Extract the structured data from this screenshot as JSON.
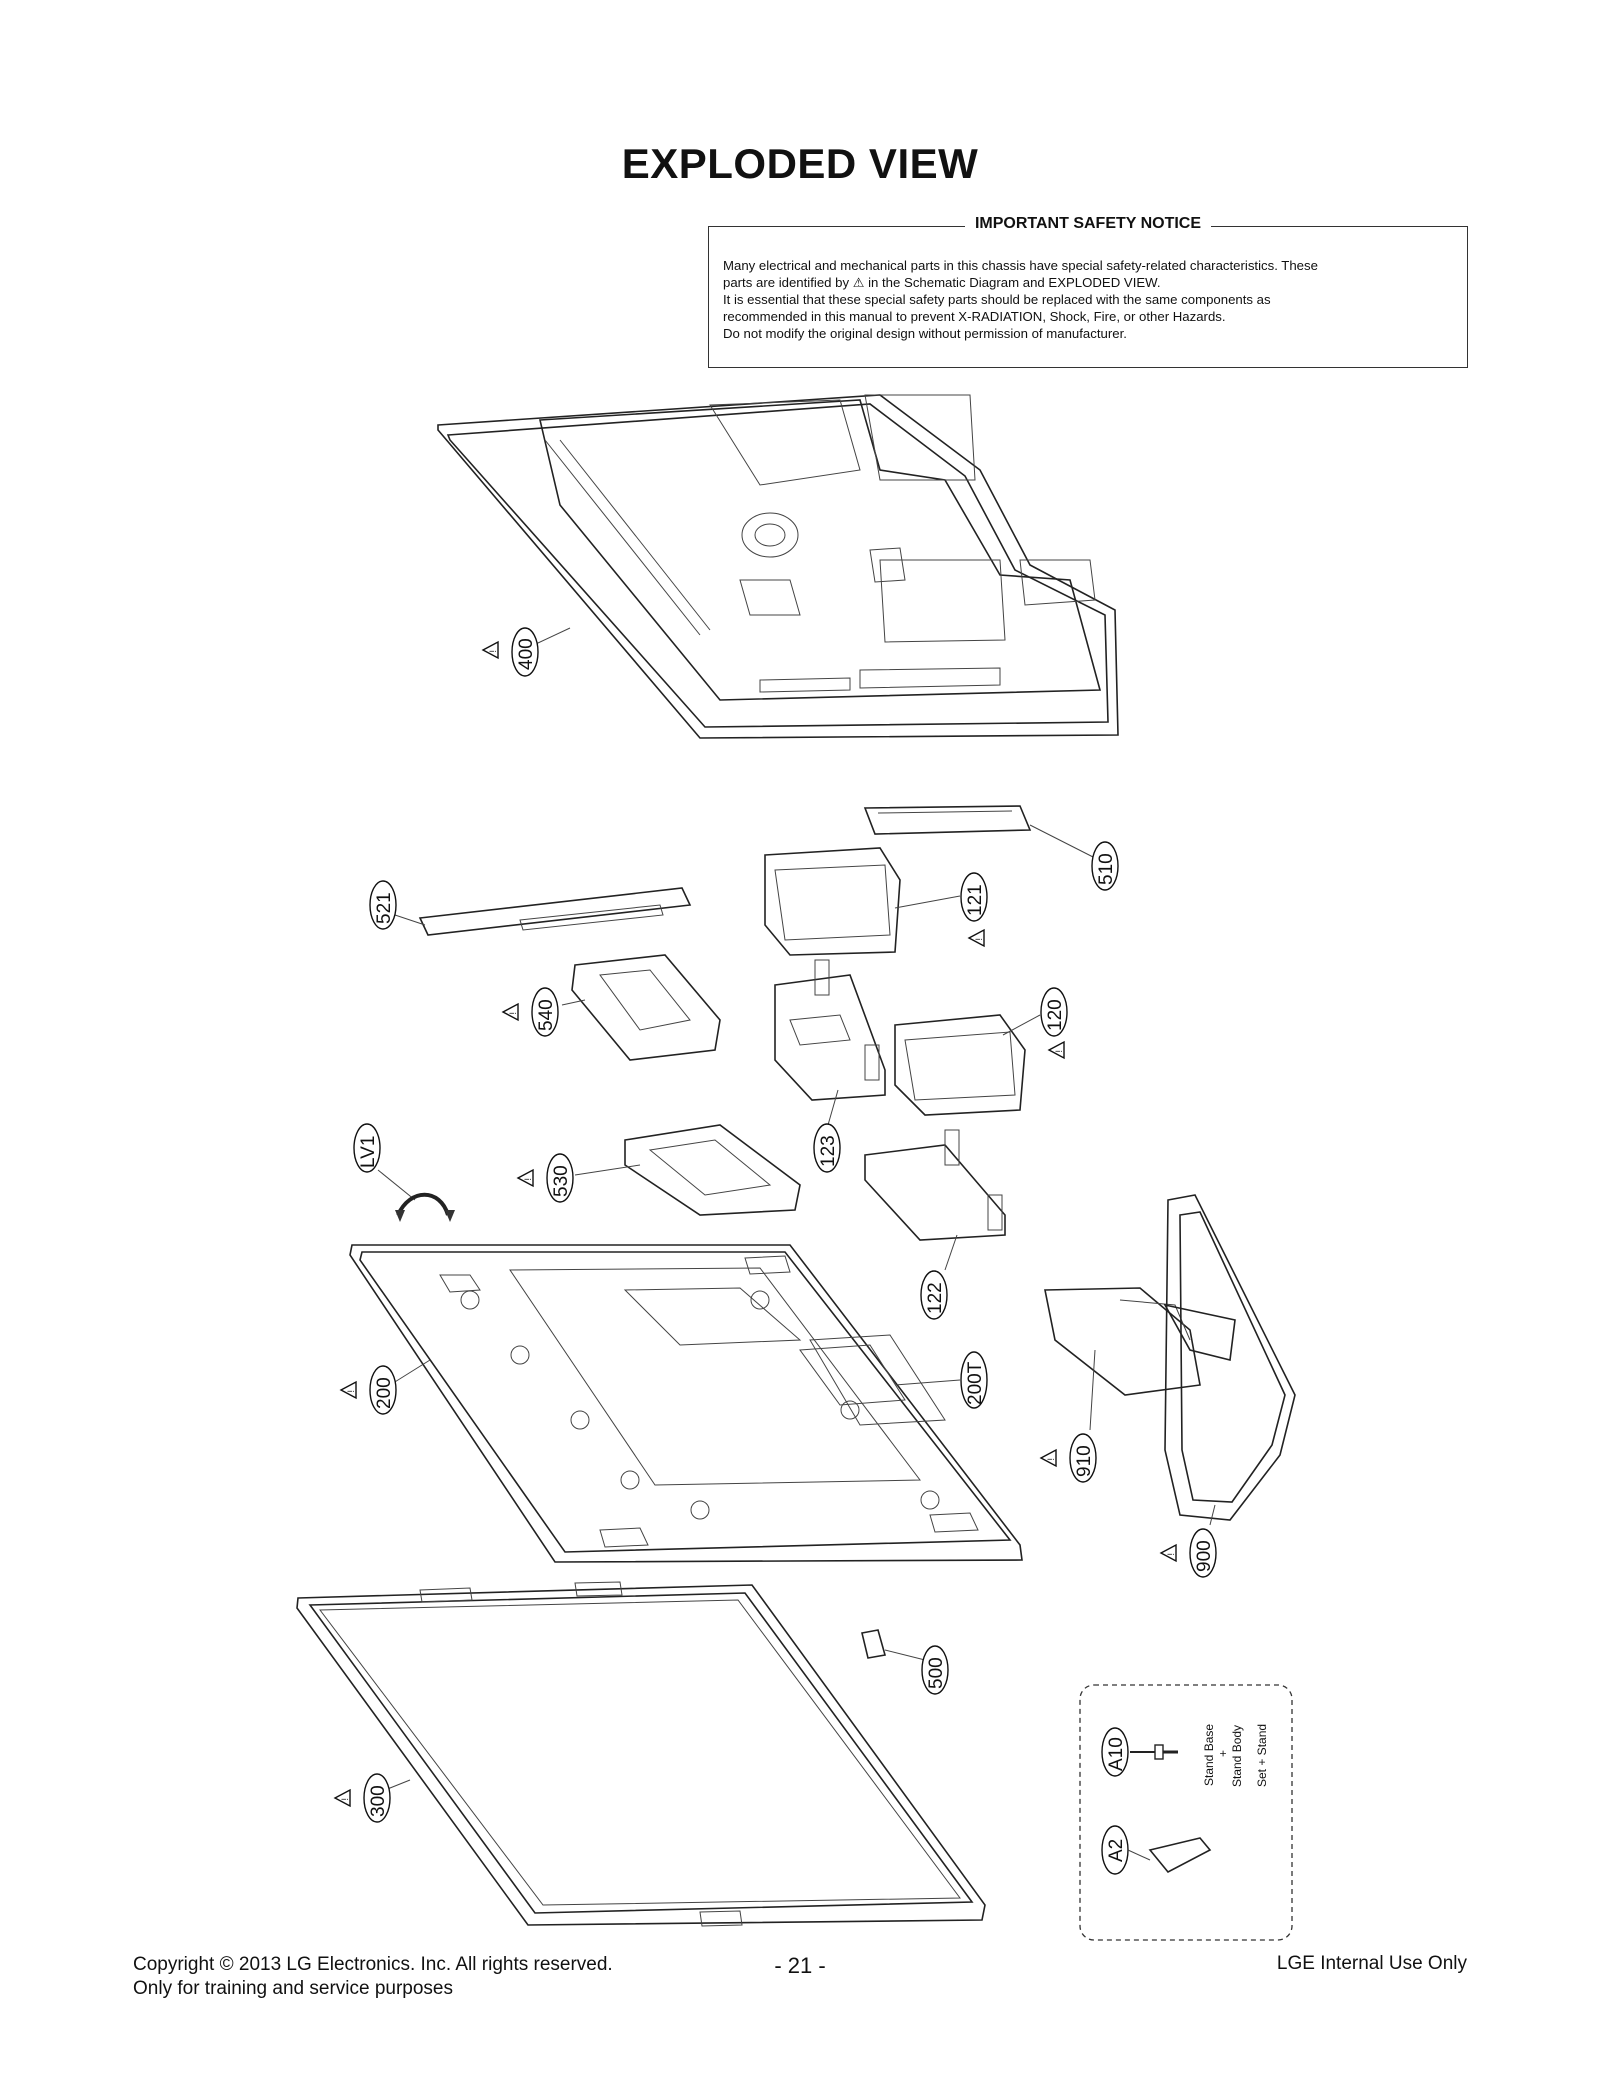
{
  "title": "EXPLODED VIEW",
  "notice": {
    "heading": "IMPORTANT SAFETY NOTICE",
    "line1": "Many electrical and mechanical parts in this chassis have special safety-related characteristics. These",
    "line2a": "parts are identified by",
    "line2b": "in the Schematic Diagram and EXPLODED VIEW.",
    "line3": "It is essential that these special safety parts should be replaced with the same components as",
    "line4": "recommended in this manual to prevent X-RADIATION, Shock, Fire, or other Hazards.",
    "line5": "Do not modify the original design without permission of manufacturer."
  },
  "labels": {
    "p400": "400",
    "p510": "510",
    "p521": "521",
    "p121": "121",
    "p540": "540",
    "p120": "120",
    "pLV1": "LV1",
    "p530": "530",
    "p123": "123",
    "p122": "122",
    "p200": "200",
    "p200T": "200T",
    "p910": "910",
    "p900": "900",
    "p500": "500",
    "p300": "300",
    "pA10": "A10",
    "pA2": "A2"
  },
  "inset": {
    "line1": "Stand Base",
    "line2": "+",
    "line3": "Stand Body",
    "line4": "Set + Stand"
  },
  "footer": {
    "copyright": "Copyright  © 2013 LG Electronics. Inc. All rights reserved.",
    "purpose": "Only for training and service purposes",
    "page": "- 21 -",
    "internal": "LGE Internal Use Only"
  }
}
